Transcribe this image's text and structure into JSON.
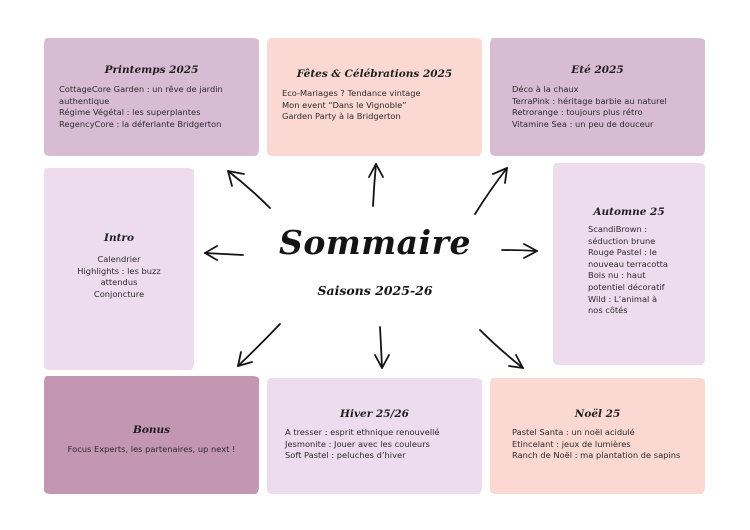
{
  "center": {
    "title": "Sommaire",
    "subtitle": "Saisons 2025-26"
  },
  "colors": {
    "mauve": "#d8bcd3",
    "peach": "#fbd8d1",
    "lavender": "#ecdcee",
    "plum": "#c396b1",
    "ink": "#141414"
  },
  "cards": {
    "printemps": {
      "title": "Printemps 2025",
      "lines": [
        "CottageCore Garden : un rêve de jardin",
        "authentique",
        "Régime Végétal : les superplantes",
        "RegencyCore : la déferlante Bridgerton"
      ]
    },
    "fetes": {
      "title": "Fêtes & Célébrations 2025",
      "lines": [
        "Eco-Mariages ? Tendance vintage",
        "Mon event “Dans le Vignoble”",
        "Garden Party à la Bridgerton"
      ]
    },
    "ete": {
      "title": "Eté 2025",
      "lines": [
        "Déco à la chaux",
        "TerraPink : héritage barbie au naturel",
        "Retrorange : toujours plus rétro",
        "Vitamine Sea : un peu de douceur"
      ]
    },
    "intro": {
      "title": "Intro",
      "lines": [
        "Calendrier",
        "Highlights : les buzz",
        "attendus",
        "Conjoncture"
      ]
    },
    "automne": {
      "title": "Automne 25",
      "lines": [
        "ScandiBrown :",
        "séduction brune",
        "Rouge Pastel : le",
        "nouveau terracotta",
        "Bois nu : haut",
        "potentiel décoratif",
        "Wild : L’animal à",
        "nos côtés"
      ]
    },
    "bonus": {
      "title": "Bonus",
      "lines": [
        "Focus Experts, les partenaires, up next !"
      ]
    },
    "hiver": {
      "title": "Hiver 25/26",
      "lines": [
        "A tresser : esprit ethnique renouvellé",
        "Jesmonite : Jouer avec les couleurs",
        "Soft Pastel : peluches d’hiver"
      ]
    },
    "noel": {
      "title": "Noël 25",
      "lines": [
        "Pastel Santa : un noël acidulé",
        "Etincelant : jeux de lumières",
        "Ranch de Noël : ma plantation de sapins"
      ]
    }
  }
}
